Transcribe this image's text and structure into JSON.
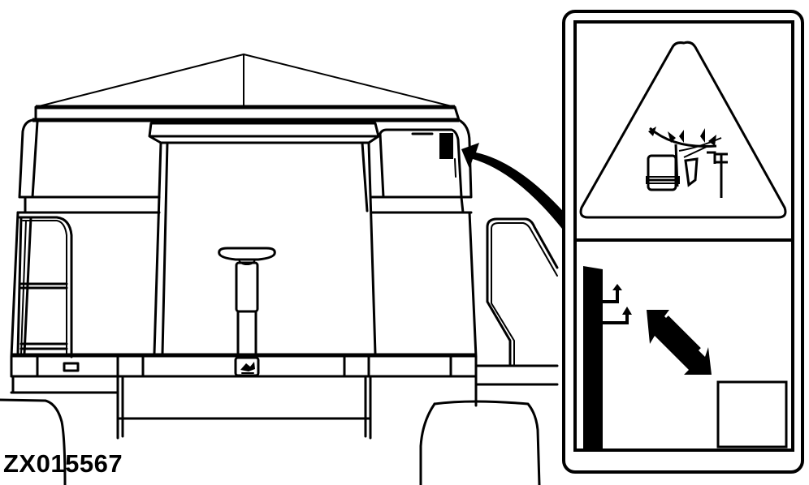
{
  "figure": {
    "id_label": "ZX015567",
    "subject": "Rear view of combine cab with safety decal location",
    "colors": {
      "line": "#000000",
      "background": "#ffffff"
    }
  },
  "callout": {
    "pointer": "curved-arrow-to-decal-on-cab",
    "decal": {
      "upper_panel": {
        "symbol": "warning-triangle",
        "pictogram": "machine-contacting-overhead-power-lines"
      },
      "lower_panel": {
        "symbols": [
          "power-pole-with-lines",
          "double-headed-diagonal-arrow",
          "blank-square-machine"
        ]
      }
    }
  },
  "machine_parts": [
    "cab-roof",
    "rear-window",
    "steering-column",
    "steering-wheel",
    "left-ladder-handrail",
    "right-handrail",
    "platform",
    "brand-logo-badge",
    "rear-tires",
    "decal-location-marker"
  ]
}
